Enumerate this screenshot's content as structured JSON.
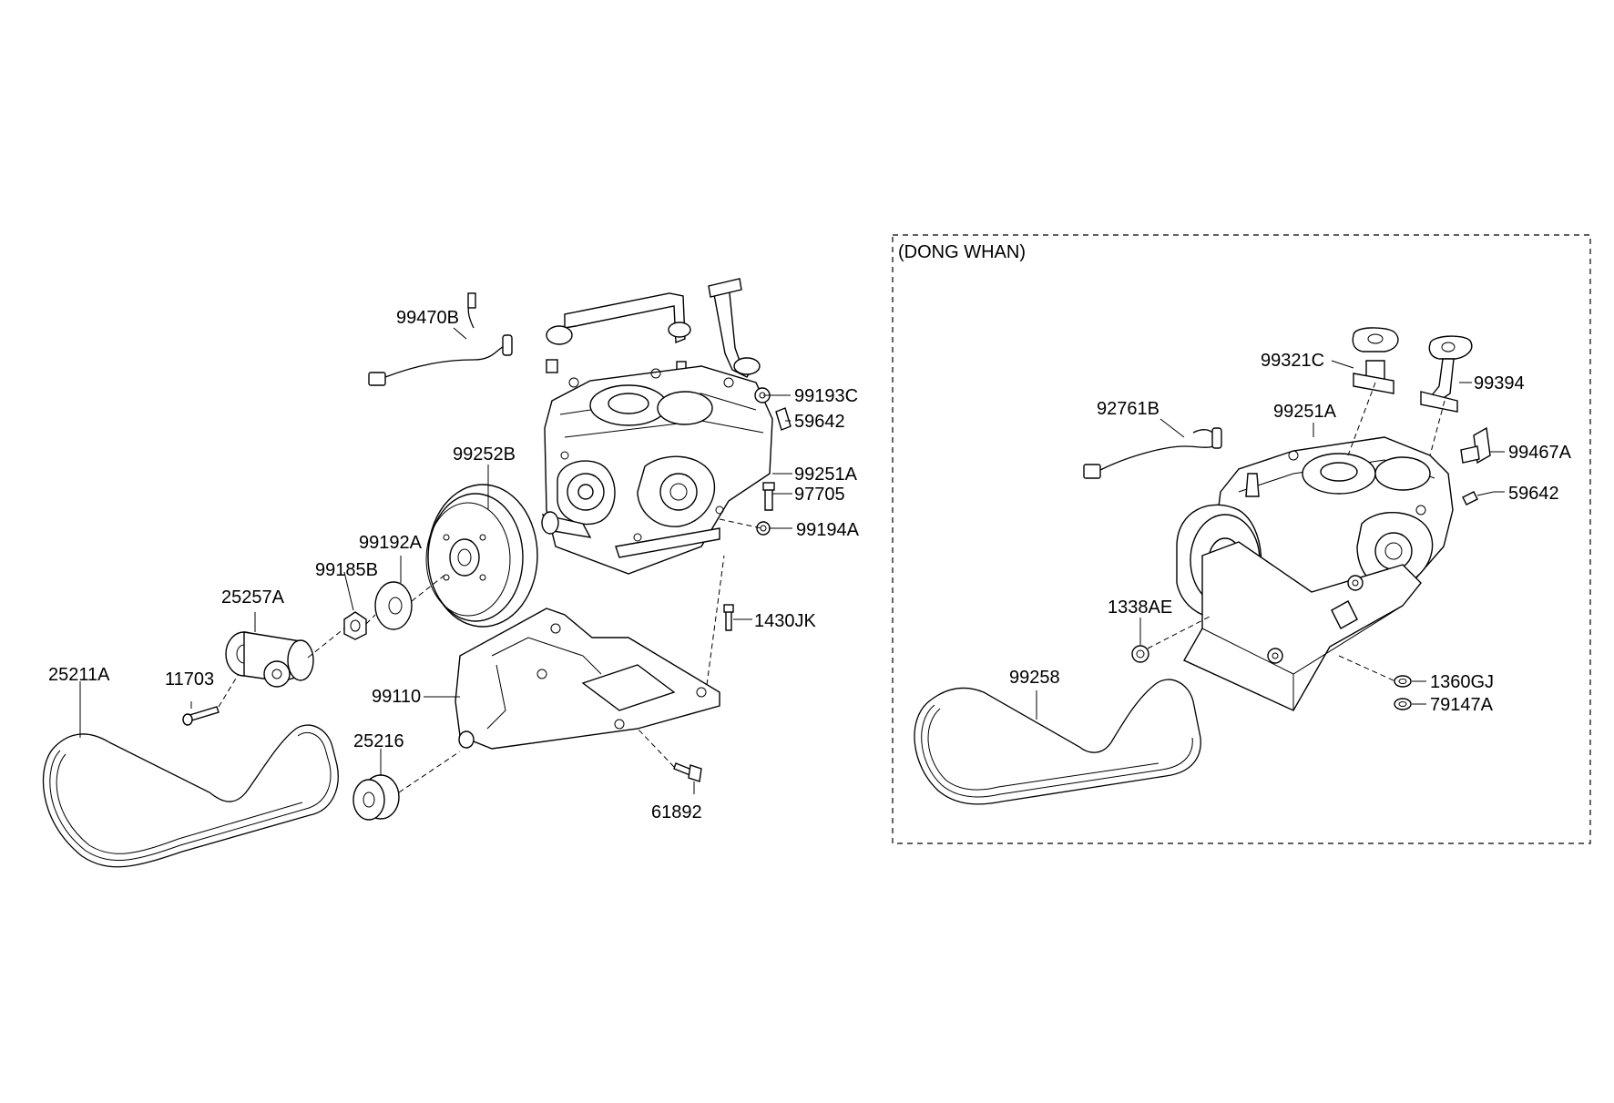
{
  "variant_box": {
    "title": "(DONG WHAN)"
  },
  "left_assembly": {
    "labels": [
      "99470B",
      "99193C",
      "59642",
      "99252B",
      "99251A",
      "97705",
      "99194A",
      "99192A",
      "99185B",
      "25257A",
      "1430JK",
      "25211A",
      "11703",
      "99110",
      "25216",
      "61892"
    ]
  },
  "right_assembly": {
    "labels": [
      "99321C",
      "99394",
      "92761B",
      "99251A",
      "99467A",
      "59642",
      "1338AE",
      "99258",
      "1360GJ",
      "79147A"
    ]
  }
}
